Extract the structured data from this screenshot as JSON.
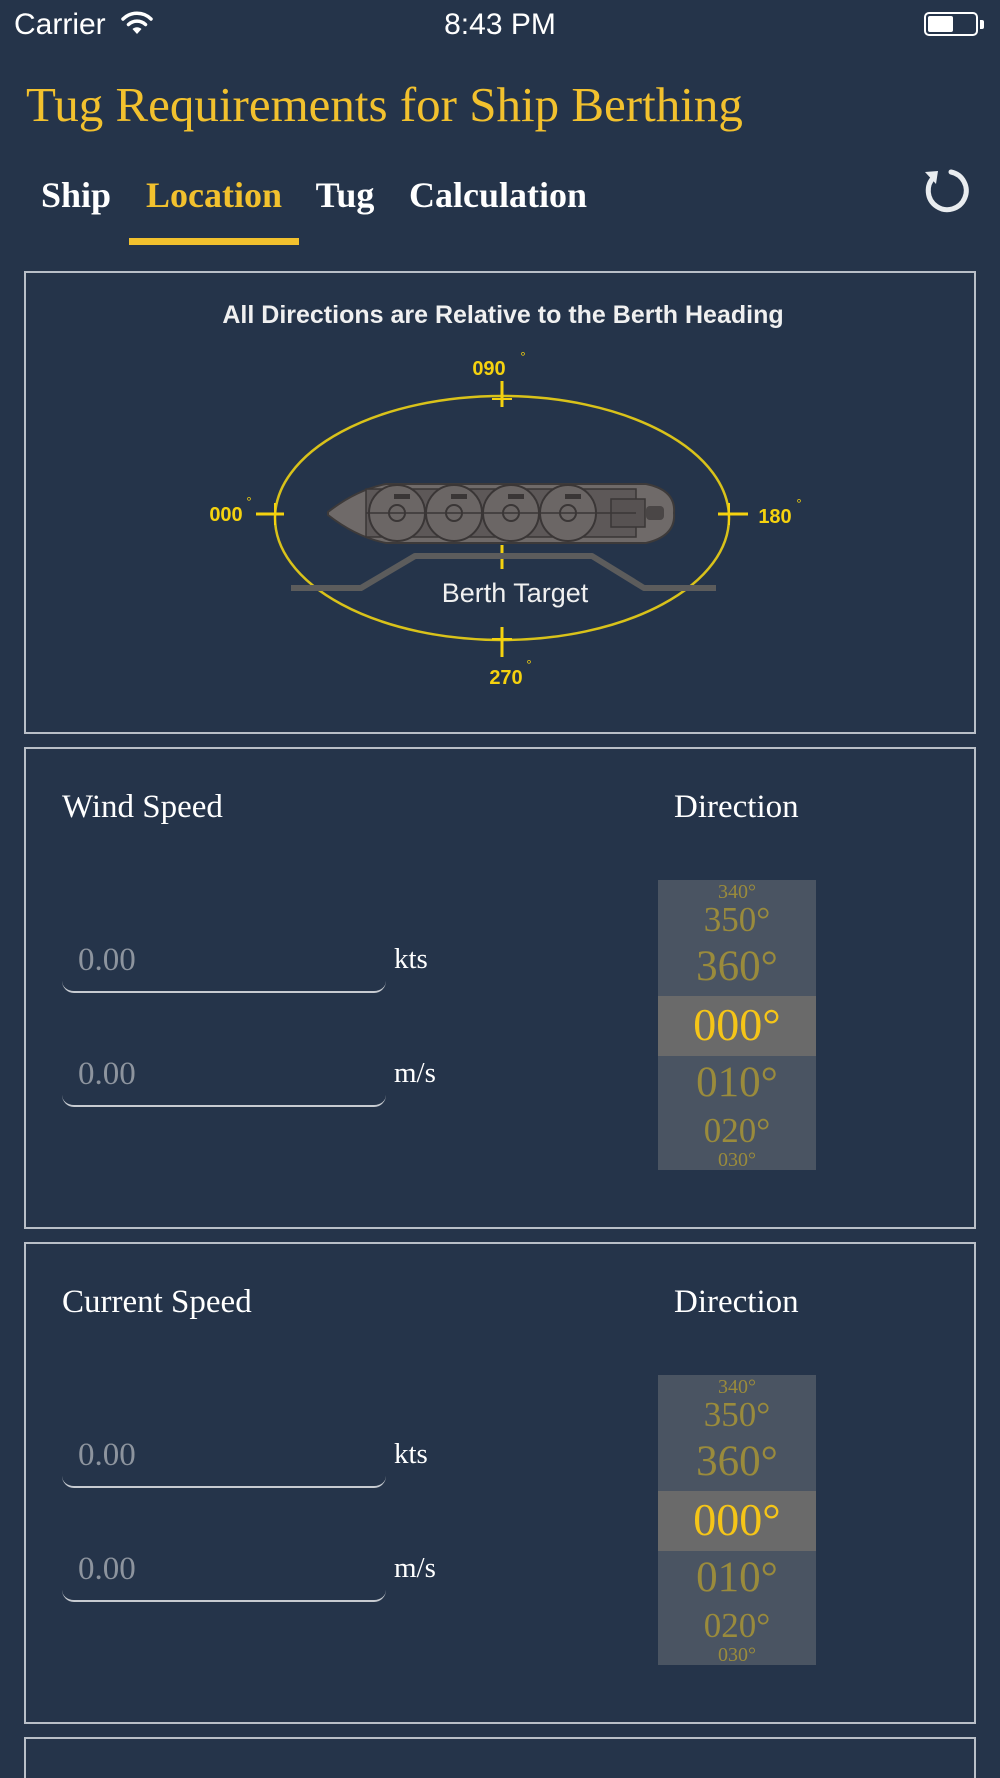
{
  "status_bar": {
    "carrier": "Carrier",
    "time": "8:43 PM",
    "battery_level": 0.55
  },
  "app": {
    "title": "Tug Requirements for Ship Berthing"
  },
  "tabs": [
    {
      "label": "Ship",
      "active": false
    },
    {
      "label": "Location",
      "active": true
    },
    {
      "label": "Tug",
      "active": false
    },
    {
      "label": "Calculation",
      "active": false
    }
  ],
  "toolbar": {
    "refresh_icon": "refresh-icon"
  },
  "diagram": {
    "caption": "All Directions are Relative to the Berth Heading",
    "heading_top": "090",
    "heading_left": "000",
    "heading_right": "180",
    "heading_bottom": "270",
    "degree_mark": "°",
    "berth_label": "Berth Target"
  },
  "wind": {
    "speed_label": "Wind Speed",
    "direction_label": "Direction",
    "kts_placeholder": "0.00",
    "kts_unit": "kts",
    "ms_placeholder": "0.00",
    "ms_unit": "m/s",
    "picker_options": [
      "340°",
      "350°",
      "360°",
      "000°",
      "010°",
      "020°",
      "030°"
    ],
    "selected": "000°"
  },
  "current": {
    "speed_label": "Current Speed",
    "direction_label": "Direction",
    "kts_placeholder": "0.00",
    "kts_unit": "kts",
    "ms_placeholder": "0.00",
    "ms_unit": "m/s",
    "picker_options": [
      "340°",
      "350°",
      "360°",
      "000°",
      "010°",
      "020°",
      "030°"
    ],
    "selected": "000°"
  },
  "colors": {
    "background": "#25344a",
    "accent": "#f2c12e",
    "panel_border": "#b9bfc8",
    "picker_bg": "#4a5462",
    "picker_selected_band": "#6a6a6a"
  }
}
